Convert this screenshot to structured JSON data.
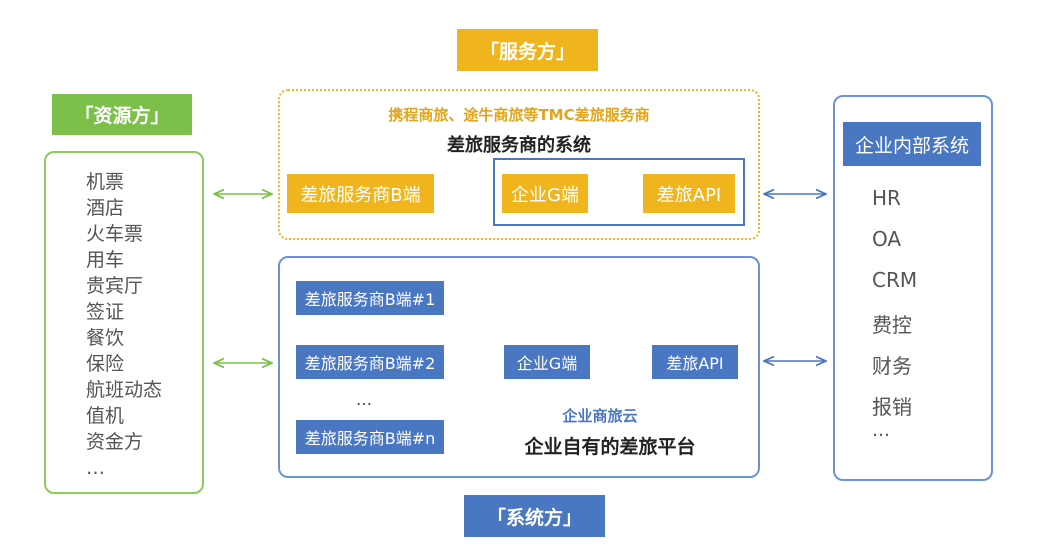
{
  "tags": {
    "resource": "「资源方」",
    "service": "「服务方」",
    "system": "「系统方」"
  },
  "resource_items": [
    "机票",
    "酒店",
    "火车票",
    "用车",
    "贵宾厅",
    "签证",
    "餐饮",
    "保险",
    "航班动态",
    "值机",
    "资金方",
    "…"
  ],
  "service_panel": {
    "subtitle": "携程商旅、途牛商旅等TMC差旅服务商",
    "title": "差旅服务商的系统",
    "b_end": "差旅服务商B端",
    "g_end": "企业G端",
    "api": "差旅API"
  },
  "system_panel": {
    "b1": "差旅服务商B端#1",
    "b2": "差旅服务商B端#2",
    "ellipsis": "…",
    "bn": "差旅服务商B端#n",
    "g_end": "企业G端",
    "api": "差旅API",
    "subtitle": "企业商旅云",
    "title": "企业自有的差旅平台"
  },
  "enterprise": {
    "header": "企业内部系统",
    "items": [
      "HR",
      "OA",
      "CRM",
      "费控",
      "财务",
      "报销",
      "…"
    ]
  },
  "colors": {
    "green": "#7cc04a",
    "yellow": "#f0b51c",
    "blue": "#4a77c2",
    "subtitle_yellow": "#e0a51c",
    "subtitle_blue": "#4a77c2"
  }
}
